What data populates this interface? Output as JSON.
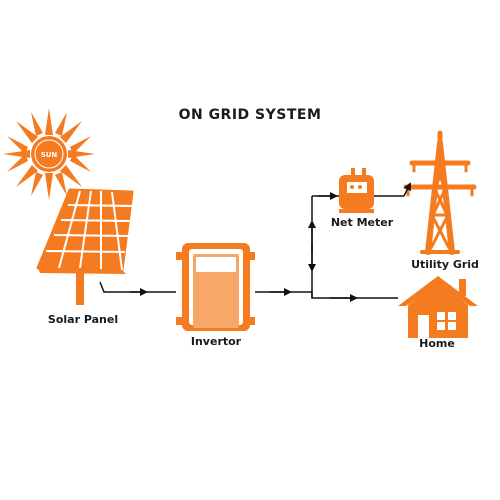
{
  "diagram": {
    "title": "ON GRID SYSTEM",
    "sun_text": "SUN",
    "components": {
      "solar_panel": "Solar Panel",
      "invertor": "Invertor",
      "net_meter": "Net Meter",
      "utility_grid": "Utility Grid",
      "home": "Home"
    },
    "colors": {
      "accent": "#F47B20",
      "line": "#111111",
      "text": "#1A1A1A",
      "background": "#FFFFFF"
    },
    "icons": [
      "sun-icon",
      "solar-panel-icon",
      "invertor-icon",
      "net-meter-icon",
      "transmission-tower-icon",
      "house-icon"
    ]
  }
}
